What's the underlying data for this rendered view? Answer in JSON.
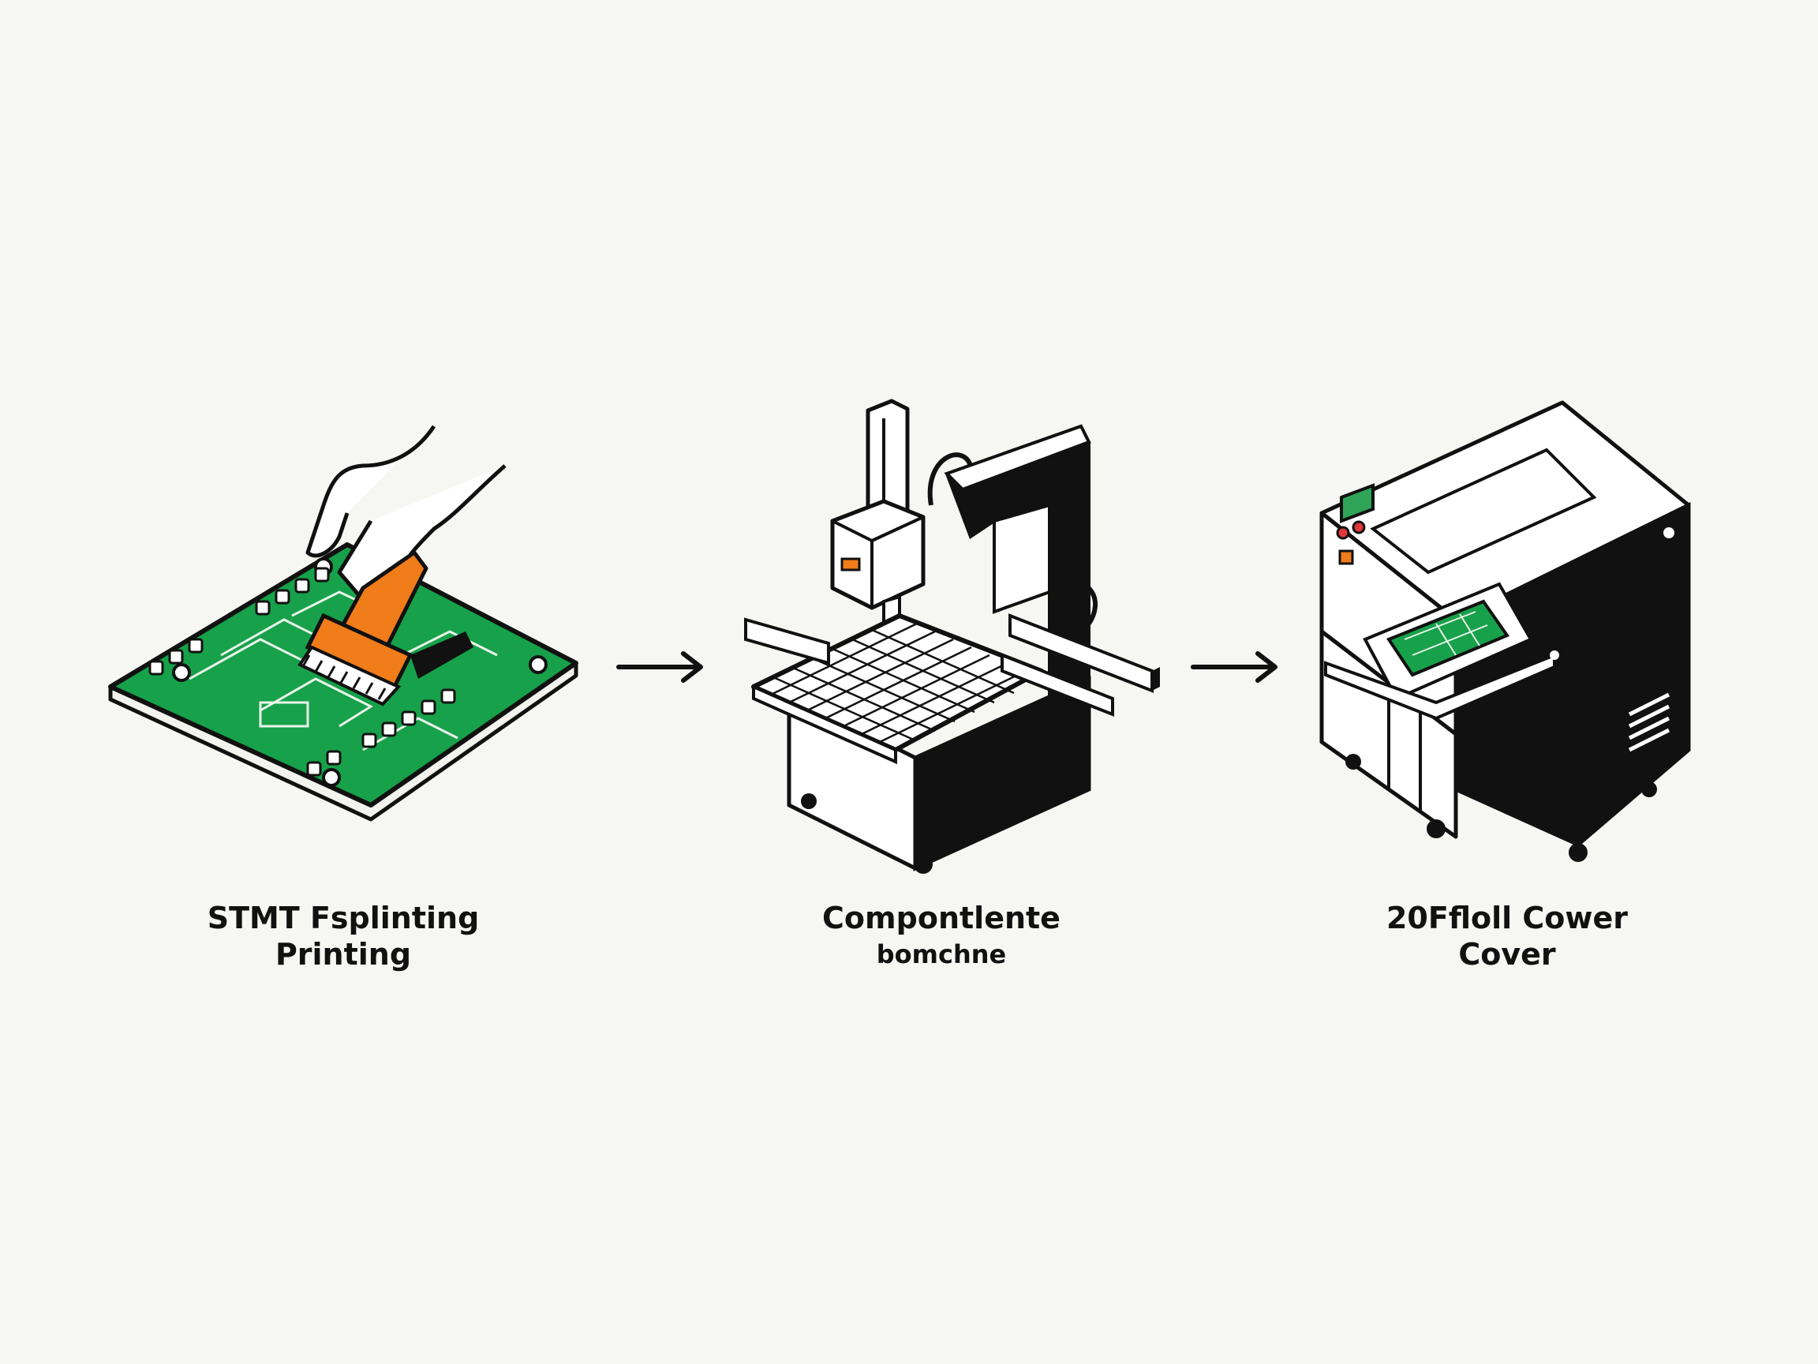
{
  "steps": [
    {
      "id": "step-1",
      "icon": "pcb-paste-printing-icon",
      "line1": "STMT Fsplinting",
      "line2": "Printing"
    },
    {
      "id": "step-2",
      "icon": "pick-and-place-machine-icon",
      "line1": "Compontlente",
      "line2": "bomchne"
    },
    {
      "id": "step-3",
      "icon": "reflow-oven-icon",
      "line1": "20Ffloll Cower",
      "line2": "Cover"
    }
  ],
  "arrows": [
    "arrow-right-icon",
    "arrow-right-icon"
  ],
  "colors": {
    "pcb_green": "#17a14a",
    "accent_orange": "#f07c1a",
    "ink": "#111111",
    "background": "#f6f6f3"
  }
}
